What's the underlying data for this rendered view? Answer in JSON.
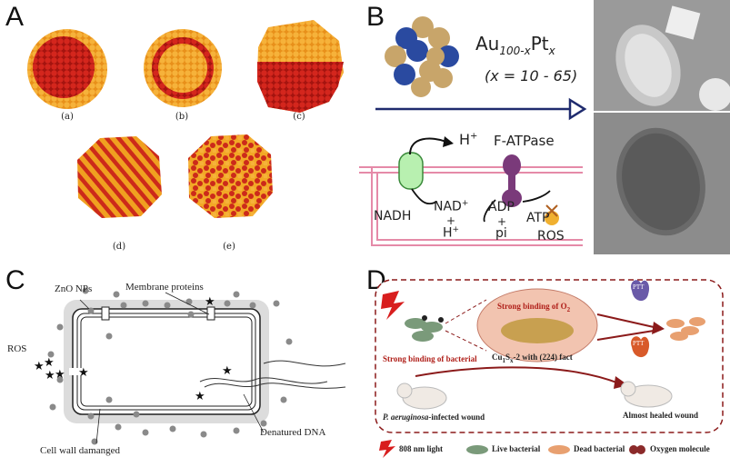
{
  "panel_a": {
    "letter": "A",
    "sublabels": [
      "(a)",
      "(b)",
      "(c)",
      "(d)",
      "(e)"
    ],
    "colors": {
      "orange": "#f2a31e",
      "red": "#c8201a"
    }
  },
  "panel_b": {
    "letter": "B",
    "formula_base": "Au",
    "formula_sub1": "100-x",
    "formula_mid": "Pt",
    "formula_sub2": "x",
    "range": "(x = 10 - 65)",
    "h_plus": "H",
    "enzyme": "F-ATPase",
    "nadh": "NADH",
    "nad": "NAD",
    "plus": "+",
    "h_lower": "H",
    "adp": "ADP",
    "pi": "pi",
    "atp": "ATP",
    "ros": "ROS"
  },
  "panel_c": {
    "letter": "C",
    "labels": {
      "zno": "ZnO NPs",
      "membrane": "Membrane proteins",
      "ros": "ROS",
      "cell_wall": "Cell wall damanged",
      "dna": "Denatured DNA"
    }
  },
  "panel_d": {
    "letter": "D",
    "binding_o2": "Strong binding of O",
    "binding_o2_sub": "2",
    "formula": "Cu",
    "formula_tail": "S",
    "formula_tail2": "-2 with (224) fact",
    "binding_bacterial": "Strong binding of bacterial",
    "infected_wound_italic": "P. aeruginosa",
    "infected_wound_rest": "-infected wound",
    "healed": "Almost healed wound",
    "ptt_label": "PTT",
    "legend": [
      "808 nm light",
      "Live bacterial",
      "Dead bacterial",
      "Oxygen molecule"
    ]
  }
}
